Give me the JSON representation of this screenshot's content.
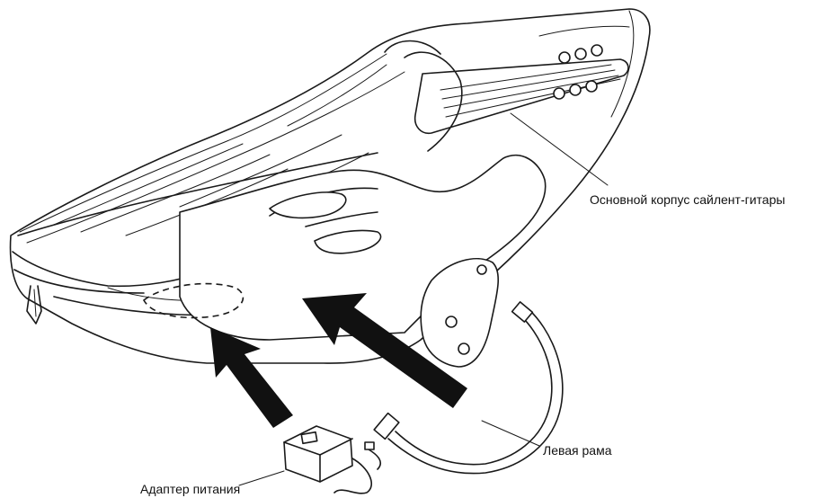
{
  "labels": {
    "guitar_body": "Основной корпус сайлент-гитары",
    "left_frame": "Левая рама",
    "power_adapter": "Адаптер питания"
  },
  "icons": [
    "gig-bag-drawing",
    "guitar-body-drawing",
    "left-frame-drawing",
    "power-adapter-drawing",
    "insert-arrow-icon"
  ]
}
